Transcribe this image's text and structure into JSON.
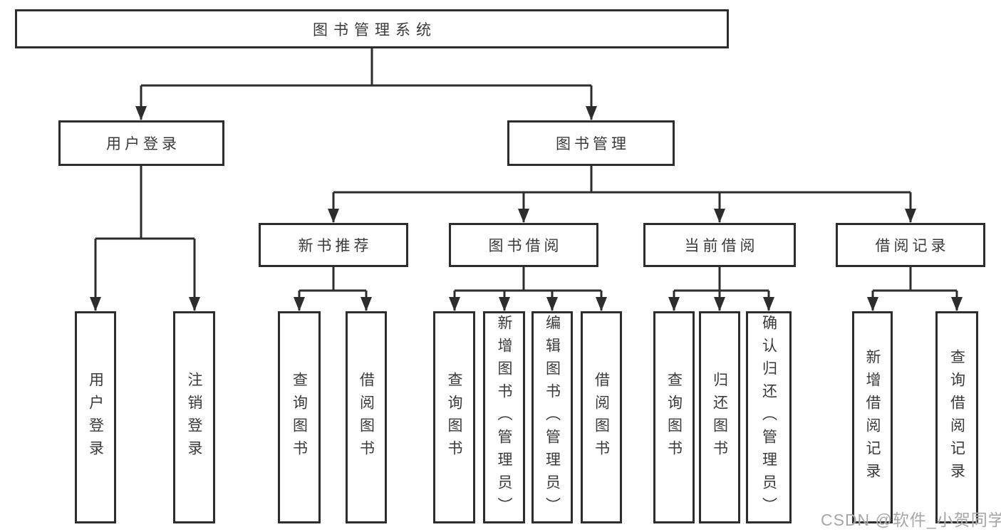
{
  "diagram": {
    "root": {
      "label": "图书管理系统"
    },
    "branches": [
      {
        "label": "用户登录",
        "leaves": [
          {
            "label": "用户登录"
          },
          {
            "label": "注销登录"
          }
        ]
      },
      {
        "label": "图书管理",
        "groups": [
          {
            "label": "新书推荐",
            "leaves": [
              {
                "label": "查询图书"
              },
              {
                "label": "借阅图书"
              }
            ]
          },
          {
            "label": "图书借阅",
            "leaves": [
              {
                "label": "查询图书"
              },
              {
                "label": "新增图书（管理员）"
              },
              {
                "label": "编辑图书（管理员）"
              },
              {
                "label": "借阅图书"
              }
            ]
          },
          {
            "label": "当前借阅",
            "leaves": [
              {
                "label": "查询图书"
              },
              {
                "label": "归还图书"
              },
              {
                "label": "确认归还（管理员）"
              }
            ]
          },
          {
            "label": "借阅记录",
            "leaves": [
              {
                "label": "新增借阅记录"
              },
              {
                "label": "查询借阅记录"
              }
            ]
          }
        ]
      }
    ]
  },
  "watermark": {
    "text": "CSDN @软件_小贺同学"
  },
  "colors": {
    "line": "#2d2d2d",
    "text": "#3a3a3a",
    "watermark": "#a6a6a6",
    "background": "#ffffff"
  }
}
